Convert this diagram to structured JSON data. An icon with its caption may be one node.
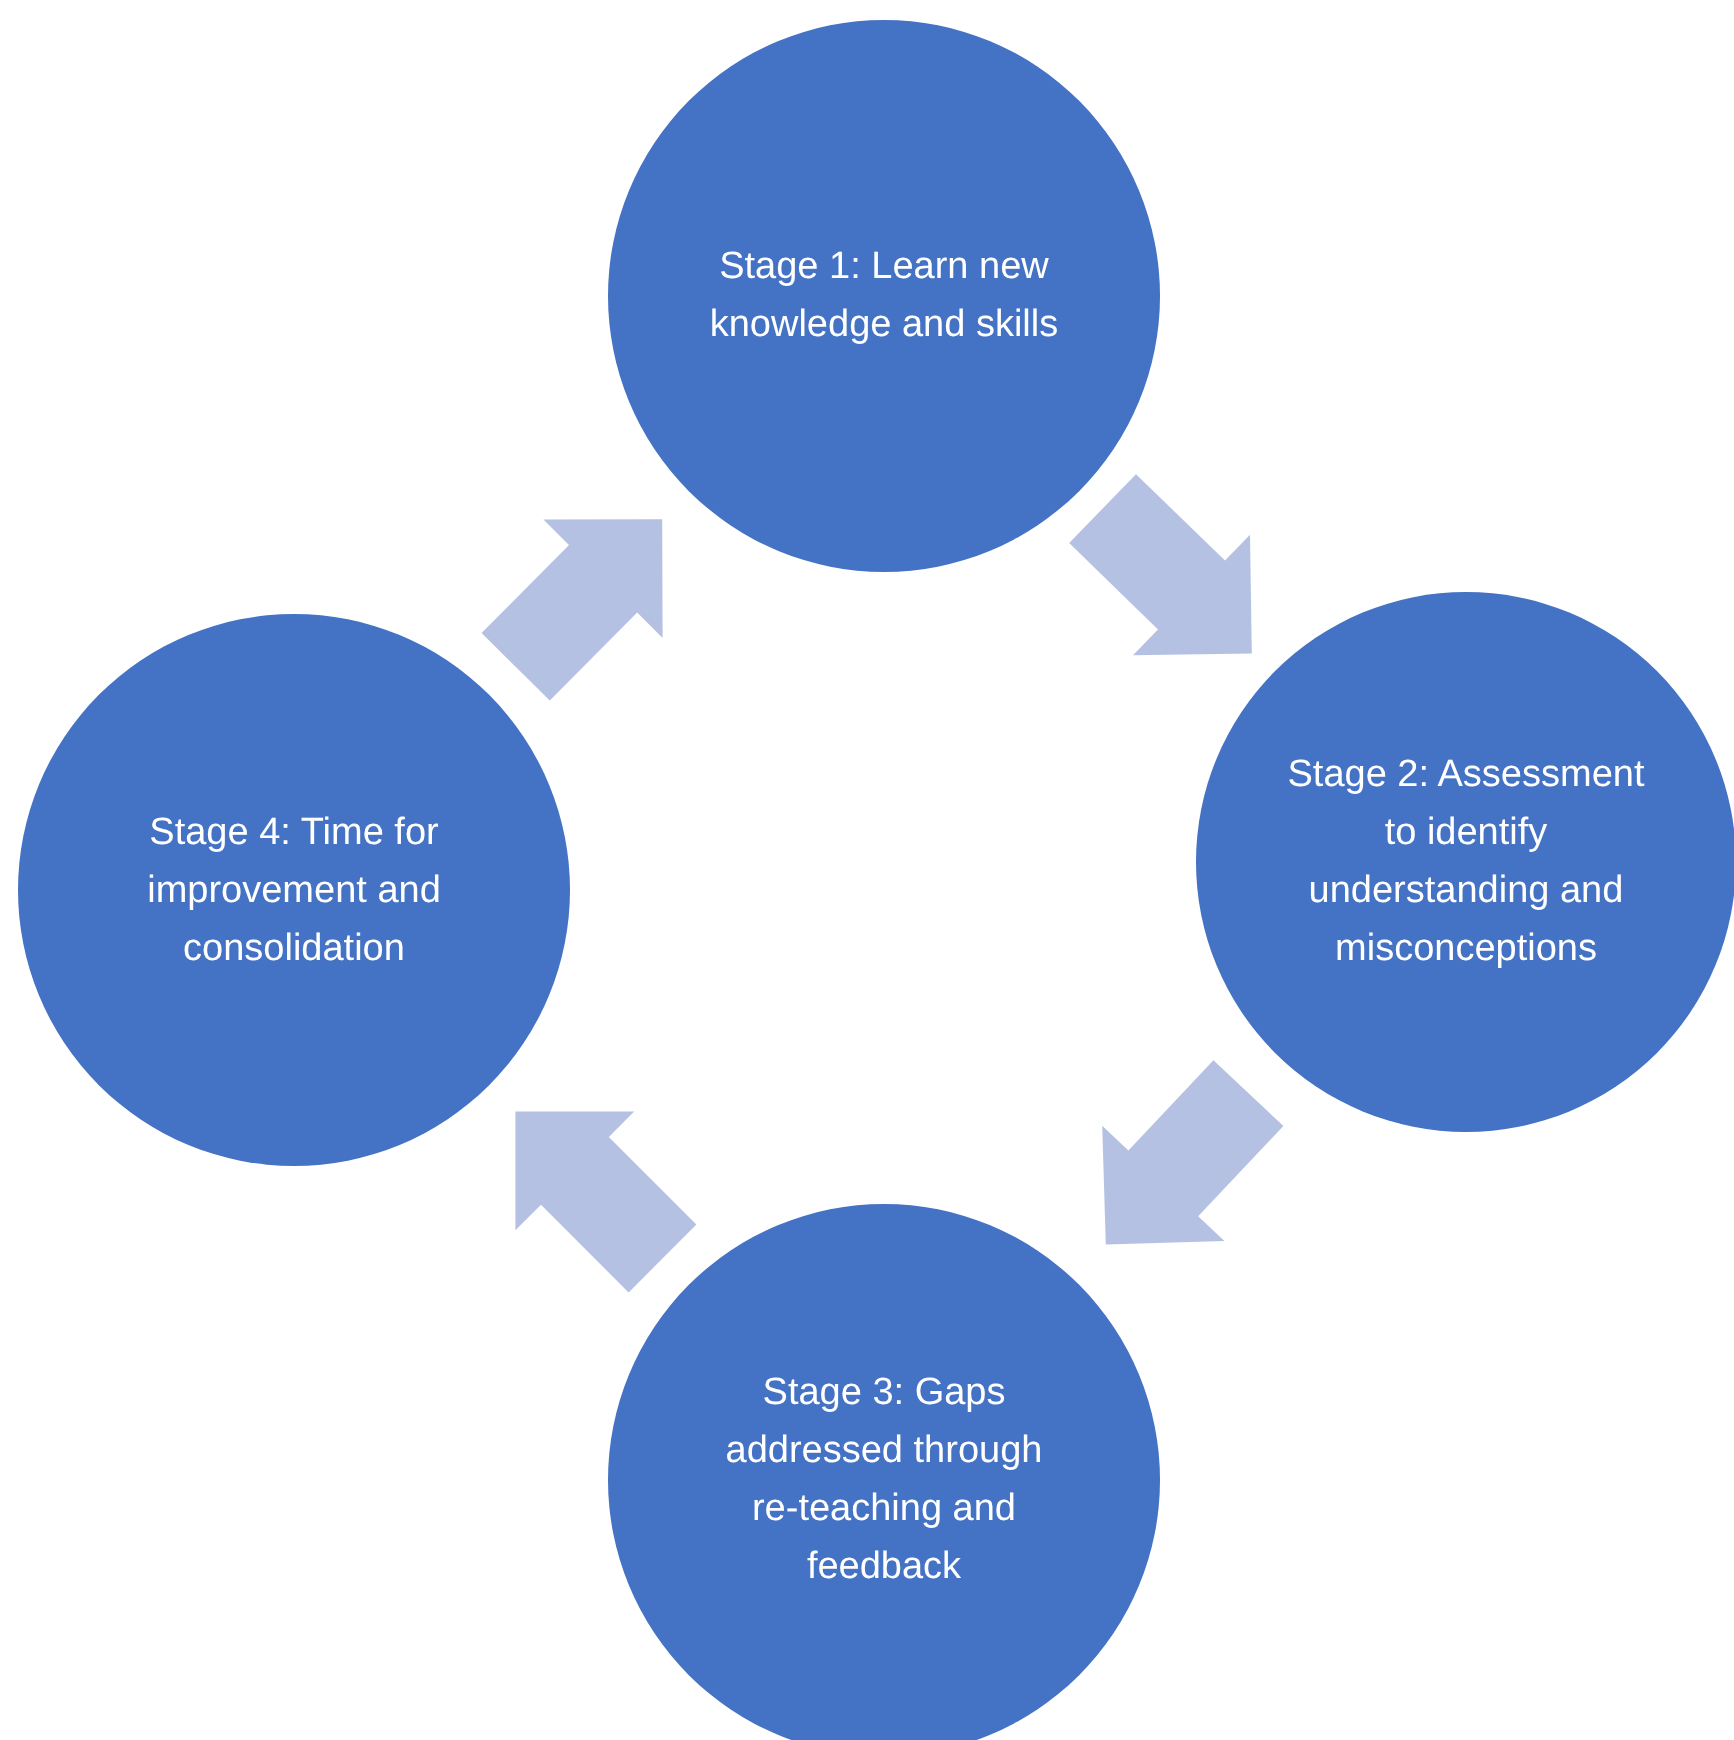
{
  "diagram": {
    "nodes": [
      {
        "text": [
          "Stage 1: Learn new knowledge and skills"
        ]
      },
      {
        "text": [
          "Stage 2: Assessment to identify understanding and misconceptions"
        ]
      },
      {
        "text": [
          "Stage 3: Gaps addressed through re-teaching and feedback"
        ]
      },
      {
        "text": [
          "Stage 4: Time for improvement and consolidation"
        ]
      }
    ],
    "edges": [
      {
        "from": 0,
        "to": 1,
        "arrow": "to"
      },
      {
        "from": 1,
        "to": 2,
        "arrow": "to"
      },
      {
        "from": 2,
        "to": 3,
        "arrow": "to"
      },
      {
        "from": 3,
        "to": 0,
        "arrow": "to"
      }
    ]
  }
}
